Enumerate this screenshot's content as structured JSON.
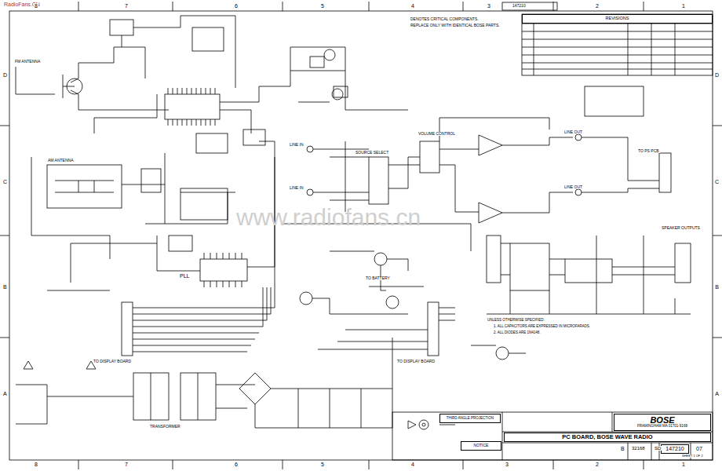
{
  "diagram": {
    "nodes": [
      {
        "text": [
          "BOSE",
          "FRAMINGHAM MA 01701-9168"
        ]
      },
      {
        "text": [
          "PC BOARD, BOSE WAVE RADIO"
        ]
      },
      {
        "text": [
          "147210"
        ]
      },
      {
        "text": [
          "REVISIONS"
        ]
      },
      {
        "text": [
          "NOTICE"
        ]
      },
      {
        "text": [
          "THIRD ANGLE PROJECTION"
        ]
      }
    ],
    "labels": [
      "RadioFans.CN",
      "8",
      "7",
      "6",
      "5",
      "4",
      "3",
      "2",
      "1",
      "8",
      "7",
      "6",
      "5",
      "4",
      "3",
      "2",
      "1",
      "D",
      "C",
      "B",
      "A",
      "D",
      "C",
      "B",
      "A",
      "FM ANTENNA",
      "AM ANTENNA",
      "PLL",
      "LINE IN",
      "LINE IN",
      "SOURCE SELECT",
      "VOLUME CONTROL",
      "LINE OUT",
      "LINE OUT",
      "SPEAKER OUTPUTS",
      "TO BATTERY",
      "DENOTES CRITICAL COMPONENTS.",
      "REPLACE ONLY WITH IDENTICAL BOSE PARTS.",
      "TO DISPLAY BOARD",
      "TO DISPLAY BOARD",
      "UNLESS OTHERWISE SPECIFIED:",
      "1. ALL CAPACITORS ARE EXPRESSED IN MICROFARADS.",
      "2. ALL DIODES ARE 1N4148.",
      "www.radiofans.cn",
      "SHEET 1 OF 2",
      "TRANSFORMER",
      "147210",
      "TO PS PCB",
      "B",
      "32168",
      "SD",
      "07"
    ]
  }
}
